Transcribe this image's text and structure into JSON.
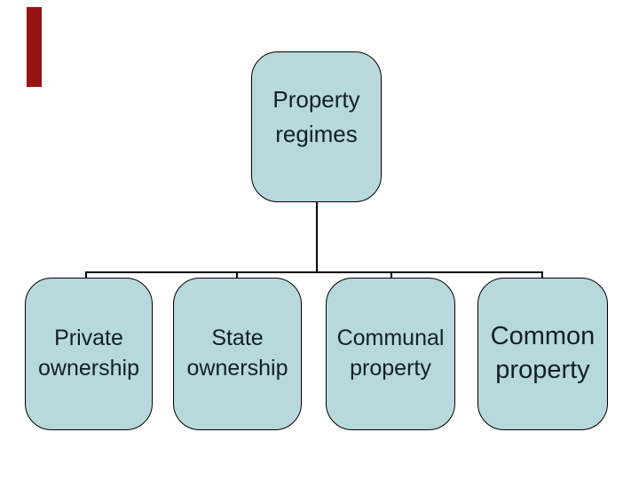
{
  "slide": {
    "background": "#ffffff",
    "accent_bar_color": "#971414"
  },
  "diagram": {
    "type": "org-chart",
    "root": {
      "label": "Property\nregimes"
    },
    "children": [
      {
        "label": "Private\nownership"
      },
      {
        "label": "State\nownership"
      },
      {
        "label": "Communal\nproperty"
      },
      {
        "label": "Common\nproperty"
      }
    ],
    "colors": {
      "box_fill": "#b8d9db",
      "box_border": "#000000",
      "text": "#10202a",
      "connector": "#000000"
    }
  }
}
